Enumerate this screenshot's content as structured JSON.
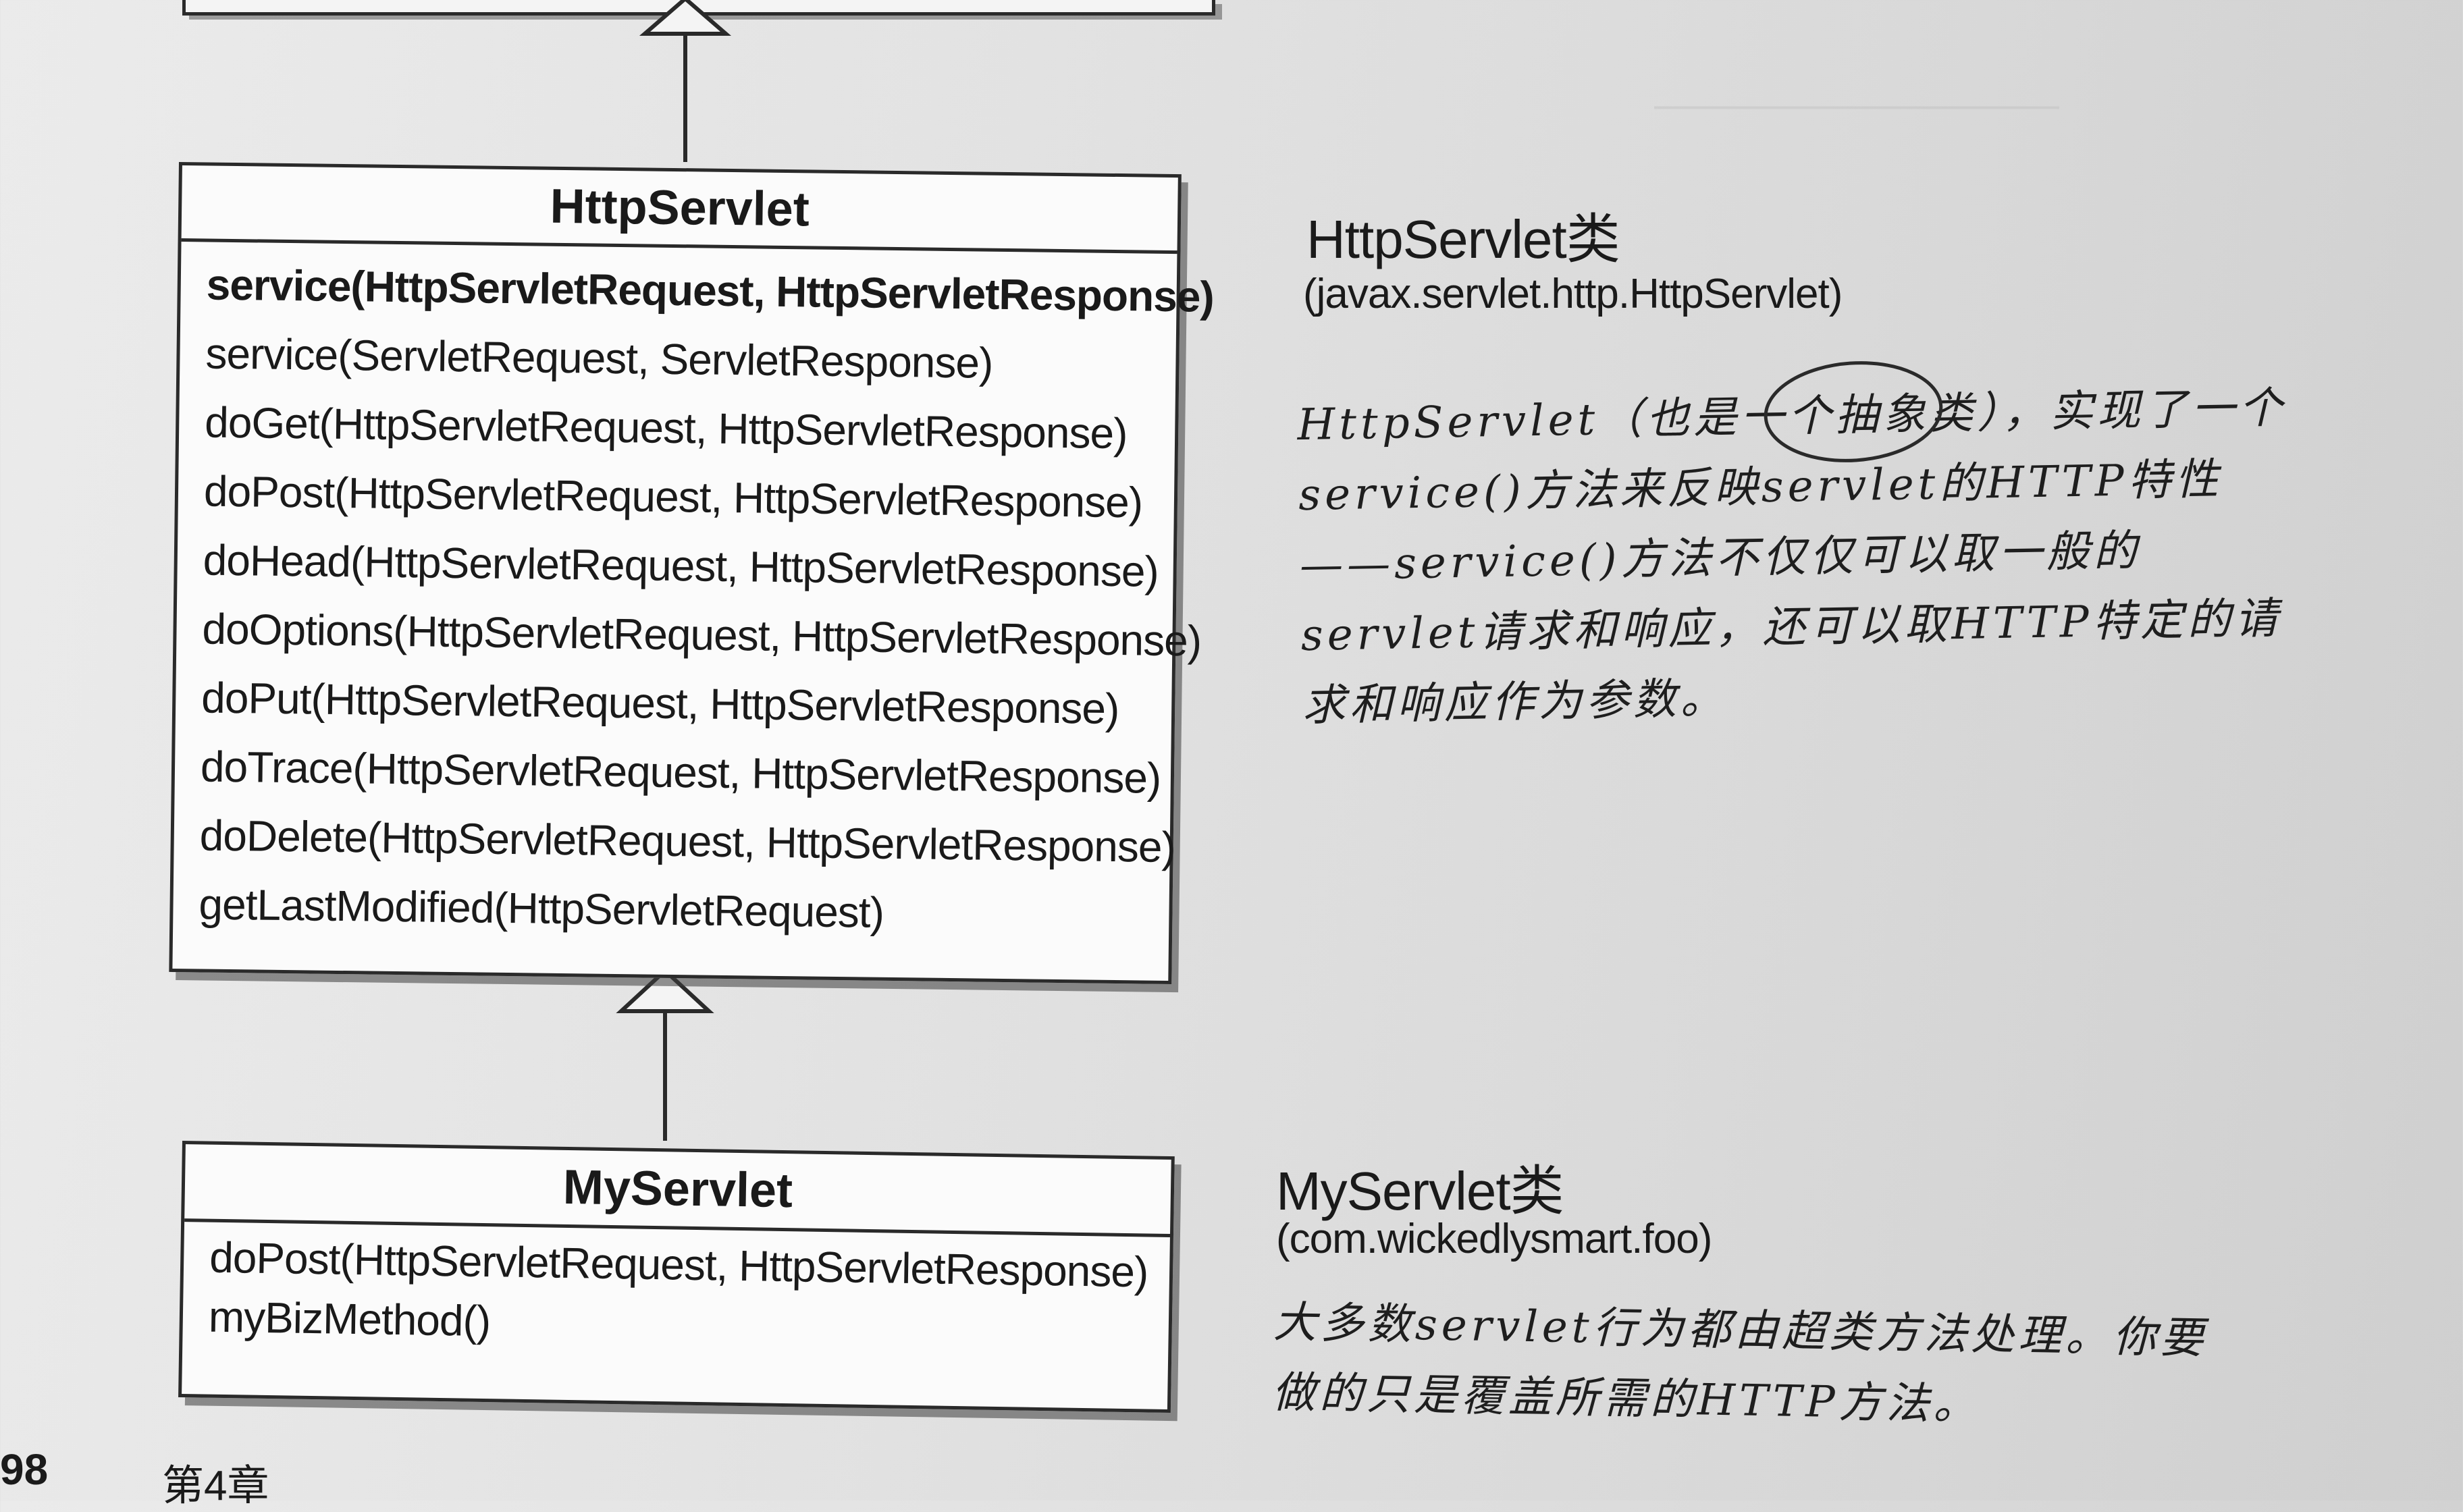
{
  "httpservlet_box": {
    "name": "HttpServlet",
    "methods": [
      "service(HttpServletRequest, HttpServletResponse)",
      "service(ServletRequest, ServletResponse)",
      "doGet(HttpServletRequest, HttpServletResponse)",
      "doPost(HttpServletRequest, HttpServletResponse)",
      "doHead(HttpServletRequest, HttpServletResponse)",
      "doOptions(HttpServletRequest, HttpServletResponse)",
      "doPut(HttpServletRequest, HttpServletResponse)",
      "doTrace(HttpServletRequest, HttpServletResponse)",
      "doDelete(HttpServletRequest, HttpServletResponse)",
      "getLastModified(HttpServletRequest)"
    ]
  },
  "myservlet_box": {
    "name": "MyServlet",
    "methods": [
      "doPost(HttpServletRequest, HttpServletResponse)",
      "myBizMethod()"
    ]
  },
  "httpservlet_note": {
    "title": "HttpServlet类",
    "package": "(javax.servlet.http.HttpServlet)",
    "text": "HttpServlet（也是一个抽象类），实现了一个service()方法来反映servlet的HTTP特性——service()方法不仅仅可以取一般的servlet请求和响应，还可以取HTTP特定的请求和响应作为参数。"
  },
  "myservlet_note": {
    "title": "MyServlet类",
    "package": "(com.wickedlysmart.foo)",
    "text": "大多数servlet行为都由超类方法处理。你要做的只是覆盖所需的HTTP方法。"
  },
  "footer": {
    "page_number": "98",
    "chapter": "第4章"
  },
  "colors": {
    "line": "#2a2a2a",
    "box_fill": "#fbfbfb",
    "page": "#e3e3e3"
  }
}
